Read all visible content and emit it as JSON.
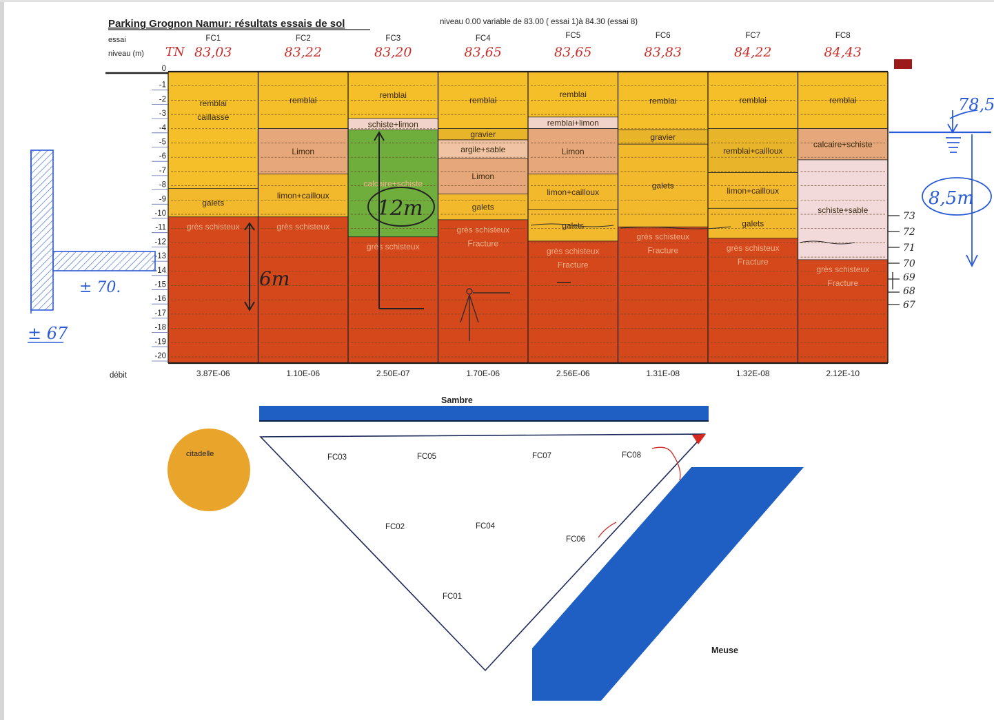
{
  "title": "Parking Grognon Namur: résultats essais de sol",
  "subtitle": "niveau 0.00 variable de 83.00 ( essai 1)à 84.30 (essai 8)",
  "row_labels": {
    "essai": "essai",
    "niveau": "niveau (m)",
    "debit": "débit"
  },
  "colors": {
    "remblai": "#f5bf2a",
    "gravier": "#e8b42a",
    "galets": "#f2b92c",
    "limon": "#e6a87a",
    "limon_light": "#efc3a3",
    "schiste_limon": "#f1d3c9",
    "schiste_sable": "#f3dada",
    "calcaire_schiste_fc3": "#6fae3c",
    "gres_schisteux": "#d4481b",
    "river": "#1f5fc4",
    "citadelle": "#e9a42b",
    "handwriting_red": "#c9302c",
    "handwriting_blue": "#2a5bd7"
  },
  "handwritten": {
    "tn": "TN",
    "left_70": "± 70.",
    "left_67": "± 67",
    "right_785": "78,5",
    "right_85": "8,5m",
    "fc3_12m": "12m",
    "fc1_6m": "6m",
    "right_scale": [
      "73",
      "72",
      "71",
      "70",
      "69",
      "68",
      "67"
    ]
  },
  "depth_axis": [
    "0",
    "-1",
    "-2",
    "-3",
    "-4",
    "-5",
    "-6",
    "-7",
    "-8",
    "-9",
    "-10",
    "-11",
    "-12",
    "-13",
    "-14",
    "-15",
    "-16",
    "-17",
    "-18",
    "-19",
    "-20"
  ],
  "columns": [
    {
      "id": "FC1",
      "niveau": "83,03",
      "debit": "3.87E-06",
      "layers": [
        {
          "label": "remblai\ncaillasse",
          "top": 0.5,
          "bottom": 8.2,
          "kind": "remblai"
        },
        {
          "label": "galets",
          "top": 8.2,
          "bottom": 10.2,
          "kind": "galets"
        },
        {
          "label": "grès schisteux",
          "top": 10.2,
          "bottom": 20.5,
          "kind": "gres_schisteux"
        }
      ]
    },
    {
      "id": "FC2",
      "niveau": "83,22",
      "debit": "1.10E-06",
      "layers": [
        {
          "label": "remblai",
          "top": 0.5,
          "bottom": 4.0,
          "kind": "remblai"
        },
        {
          "label": "Limon",
          "top": 4.0,
          "bottom": 7.2,
          "kind": "limon"
        },
        {
          "label": "limon+cailloux",
          "top": 7.2,
          "bottom": 10.2,
          "kind": "galets"
        },
        {
          "label": "grès schisteux",
          "top": 10.2,
          "bottom": 20.5,
          "kind": "gres_schisteux"
        }
      ]
    },
    {
      "id": "FC3",
      "niveau": "83,20",
      "debit": "2.50E-07",
      "layers": [
        {
          "label": "remblai",
          "top": 0.5,
          "bottom": 3.3,
          "kind": "remblai"
        },
        {
          "label": "schiste+limon",
          "top": 3.3,
          "bottom": 4.1,
          "kind": "schiste_limon"
        },
        {
          "label": "calcaire+schiste",
          "top": 4.1,
          "bottom": 11.6,
          "kind": "calcaire_schiste_fc3"
        },
        {
          "label": "grès schisteux",
          "top": 11.6,
          "bottom": 20.5,
          "kind": "gres_schisteux"
        }
      ]
    },
    {
      "id": "FC4",
      "niveau": "83,65",
      "debit": "1.70E-06",
      "layers": [
        {
          "label": "remblai",
          "top": 0.5,
          "bottom": 4.0,
          "kind": "remblai"
        },
        {
          "label": "gravier",
          "top": 4.0,
          "bottom": 4.8,
          "kind": "gravier"
        },
        {
          "label": "argile+sable",
          "top": 4.8,
          "bottom": 6.1,
          "kind": "limon_light"
        },
        {
          "label": "Limon",
          "top": 6.1,
          "bottom": 8.6,
          "kind": "limon"
        },
        {
          "label": "galets",
          "top": 8.6,
          "bottom": 10.4,
          "kind": "galets"
        },
        {
          "label": "grès schisteux\nFracture",
          "top": 10.4,
          "bottom": 20.5,
          "kind": "gres_schisteux"
        }
      ]
    },
    {
      "id": "FC5",
      "niveau": "83,65",
      "debit": "2.56E-06",
      "layers": [
        {
          "label": "remblai",
          "top": 0.5,
          "bottom": 3.2,
          "kind": "remblai"
        },
        {
          "label": "remblai+limon",
          "top": 3.2,
          "bottom": 4.0,
          "kind": "schiste_limon"
        },
        {
          "label": "Limon",
          "top": 4.0,
          "bottom": 7.2,
          "kind": "limon"
        },
        {
          "label": "limon+cailloux",
          "top": 7.2,
          "bottom": 9.7,
          "kind": "galets"
        },
        {
          "label": "galets",
          "top": 9.7,
          "bottom": 11.9,
          "kind": "galets"
        },
        {
          "label": "grès schisteux\nFracture",
          "top": 11.9,
          "bottom": 20.5,
          "kind": "gres_schisteux"
        }
      ]
    },
    {
      "id": "FC6",
      "niveau": "83,83",
      "debit": "1.31E-08",
      "layers": [
        {
          "label": "remblai",
          "top": 0.5,
          "bottom": 4.1,
          "kind": "remblai"
        },
        {
          "label": "gravier",
          "top": 4.1,
          "bottom": 5.1,
          "kind": "gravier"
        },
        {
          "label": "galets",
          "top": 5.1,
          "bottom": 10.9,
          "kind": "galets"
        },
        {
          "label": "grès schisteux\nFracture",
          "top": 10.9,
          "bottom": 20.5,
          "kind": "gres_schisteux"
        }
      ]
    },
    {
      "id": "FC7",
      "niveau": "84,22",
      "debit": "1.32E-08",
      "layers": [
        {
          "label": "remblai",
          "top": 0.5,
          "bottom": 4.0,
          "kind": "remblai"
        },
        {
          "label": "remblai+cailloux",
          "top": 4.0,
          "bottom": 7.1,
          "kind": "gravier"
        },
        {
          "label": "limon+cailloux",
          "top": 7.1,
          "bottom": 9.6,
          "kind": "galets"
        },
        {
          "label": "galets",
          "top": 9.6,
          "bottom": 11.7,
          "kind": "galets"
        },
        {
          "label": "grès schisteux\nFracture",
          "top": 11.7,
          "bottom": 20.5,
          "kind": "gres_schisteux"
        }
      ]
    },
    {
      "id": "FC8",
      "niveau": "84,43",
      "debit": "2.12E-10",
      "layers": [
        {
          "label": "remblai",
          "top": 0.5,
          "bottom": 4.0,
          "kind": "remblai"
        },
        {
          "label": "calcaire+schiste",
          "top": 4.0,
          "bottom": 6.2,
          "kind": "limon"
        },
        {
          "label": "schiste+sable",
          "top": 6.2,
          "bottom": 13.2,
          "kind": "schiste_sable"
        },
        {
          "label": "grès schisteux\nFracture",
          "top": 13.2,
          "bottom": 20.5,
          "kind": "gres_schisteux"
        }
      ]
    }
  ],
  "map": {
    "sambre": "Sambre",
    "meuse": "Meuse",
    "citadelle": "citadelle",
    "points": [
      "FC03",
      "FC05",
      "FC07",
      "FC08",
      "FC02",
      "FC04",
      "FC06",
      "FC01"
    ]
  }
}
